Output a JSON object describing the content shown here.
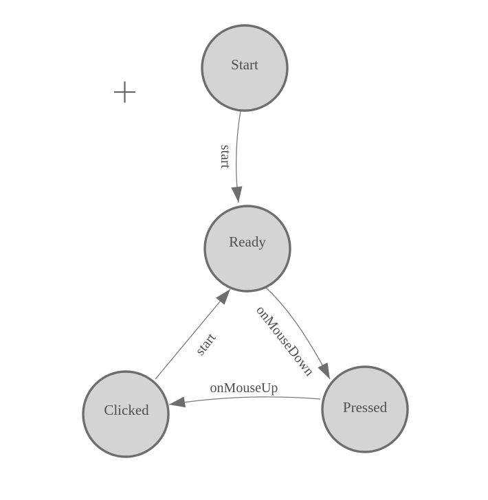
{
  "canvas": {
    "background": "#ffffff"
  },
  "diagram": {
    "type": "state-machine",
    "nodes": [
      {
        "id": "start",
        "label": "Start"
      },
      {
        "id": "ready",
        "label": "Ready"
      },
      {
        "id": "clicked",
        "label": "Clicked"
      },
      {
        "id": "pressed",
        "label": "Pressed"
      }
    ],
    "edges": [
      {
        "from": "start",
        "to": "ready",
        "label": "start"
      },
      {
        "from": "ready",
        "to": "pressed",
        "label": "onMouseDown"
      },
      {
        "from": "pressed",
        "to": "clicked",
        "label": "onMouseUp"
      },
      {
        "from": "clicked",
        "to": "ready",
        "label": "start"
      }
    ],
    "colors": {
      "node_fill": "#d4d4d4",
      "node_border": "#6e6e6e",
      "edge_line": "#7a7a7a",
      "arrowhead": "#6e6e6e",
      "label_text": "#4f4f4f",
      "crosshair": "#666666"
    },
    "icons": [
      {
        "name": "add-node-crosshair-icon"
      },
      {
        "name": "arrowhead-icon"
      }
    ]
  }
}
